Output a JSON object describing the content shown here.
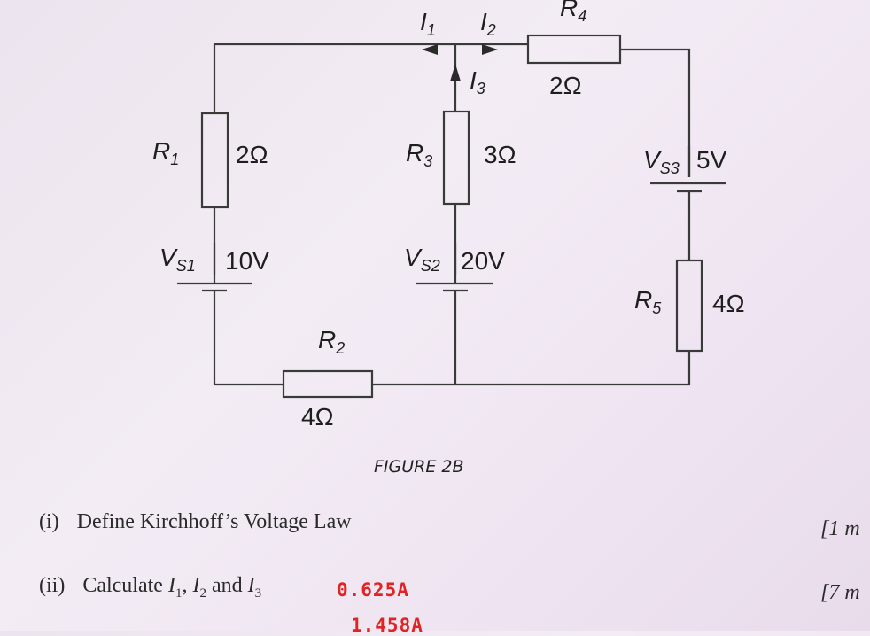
{
  "figure": {
    "caption": "FIGURE 2B",
    "currents": [
      {
        "symbol": "I",
        "sub": "1"
      },
      {
        "symbol": "I",
        "sub": "2"
      },
      {
        "symbol": "I",
        "sub": "3"
      }
    ],
    "components": {
      "R1": {
        "symbol": "R",
        "sub": "1",
        "value": "2Ω"
      },
      "R2": {
        "symbol": "R",
        "sub": "2",
        "value": "4Ω"
      },
      "R3": {
        "symbol": "R",
        "sub": "3",
        "value": "3Ω"
      },
      "R4": {
        "symbol": "R",
        "sub": "4",
        "value": "2Ω"
      },
      "R5": {
        "symbol": "R",
        "sub": "5",
        "value": "4Ω"
      },
      "VS1": {
        "symbol": "V",
        "sub": "S1",
        "value": "10V"
      },
      "VS2": {
        "symbol": "V",
        "sub": "S2",
        "value": "20V"
      },
      "VS3": {
        "symbol": "V",
        "sub": "S3",
        "value": "5V"
      }
    }
  },
  "questions": [
    {
      "number": "(i)",
      "text": "Define Kirchhoff’s Voltage Law",
      "marks": "[1 m"
    },
    {
      "number": "(ii)",
      "text_prefix": "Calculate ",
      "vars": [
        "I",
        "1",
        ", ",
        "I",
        "2",
        " and ",
        "I",
        "3"
      ],
      "marks": "[7 m"
    }
  ],
  "handwritten_answers": [
    "0.625A",
    "1.458A"
  ]
}
